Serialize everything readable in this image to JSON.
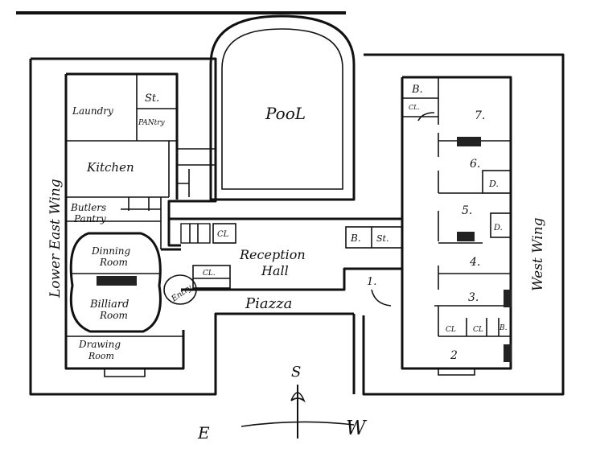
{
  "plan": {
    "wings": {
      "lower_east": "Lower East Wing",
      "west": "West Wing"
    },
    "rooms": {
      "pool": "PooL",
      "laundry": "Laundry",
      "storage": "St.",
      "pantry": "PANtry",
      "kitchen": "Kitchen",
      "butlers_pantry_line1": "Butlers",
      "butlers_pantry_line2": "Pantry",
      "dining_line1": "Dinning",
      "dining_line2": "Room",
      "billiard_line1": "Billiard",
      "billiard_line2": "Room",
      "drawing_line1": "Drawing",
      "drawing_line2": "Room",
      "reception_line1": "Reception",
      "reception_line2": "Hall",
      "piazza": "Piazza",
      "entry": "Entry",
      "closet": "CL",
      "closet_dot": "CL.",
      "bath": "B.",
      "bath_st": "St.",
      "room_1": "1.",
      "room_2": "2",
      "room_3": "3.",
      "room_4": "4.",
      "room_5": "5.",
      "room_6": "6.",
      "room_7": "7.",
      "room_b_small": "B.",
      "room_d_small": "D."
    },
    "compass": {
      "south": "S",
      "east": "E",
      "west": "W"
    }
  }
}
